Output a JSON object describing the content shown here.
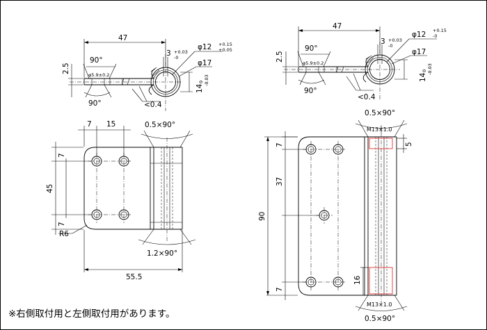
{
  "left_top": {
    "dim_width": "47",
    "dim_angle": "90°",
    "dim_hole": "φ5.9±0.2",
    "dim_gap": "3",
    "tol_gap_upper": "+0.03",
    "tol_gap_lower": "-0",
    "dim_pin": "φ12",
    "tol_pin_upper": "+0.15",
    "tol_pin_lower": "+0.05",
    "dim_knuckle": "φ17",
    "dim_thickness": "2.5",
    "dim_height": "14",
    "tol_height_upper": "0",
    "tol_height_lower": "-0.03",
    "dim_bottom_angle": "90°",
    "dim_angle_max": "<0.4"
  },
  "left_front": {
    "dim_x1": "7",
    "dim_x2": "15",
    "dim_chamfer_top": "0.5×90°",
    "dim_y1": "7",
    "dim_y_mid": "45",
    "dim_y2": "7",
    "dim_radius": "R6",
    "dim_chamfer_bottom": "1.2×90°",
    "dim_total_width": "55.5"
  },
  "right_top": {
    "dim_width": "47",
    "dim_angle": "90°",
    "dim_hole": "φ5.9±0.2",
    "dim_gap": "3",
    "tol_gap_upper": "+0.03",
    "tol_gap_lower": "-0",
    "dim_pin": "φ12",
    "tol_pin_upper": "+0.15",
    "tol_pin_lower": "-0",
    "dim_knuckle": "φ17",
    "dim_thickness": "2.5",
    "dim_height": "14",
    "tol_height_upper": "0",
    "tol_height_lower": "-0.03",
    "dim_bottom_angle": "90°",
    "dim_angle_max": "<0.4"
  },
  "right_front": {
    "dim_chamfer_top": "0.5×90°",
    "dim_thread_top": "M13×1.0",
    "dim_thread_depth_top": "5",
    "dim_y1": "7",
    "dim_y_mid": "37",
    "dim_total_height": "90",
    "dim_y_bottom": "7",
    "dim_thread_depth_bottom": "16",
    "dim_thread_bottom": "M13×1.0",
    "dim_chamfer_bottom": "0.5×90°"
  },
  "footnote": "※右側取付用と左側取付用があります。",
  "colors": {
    "line": "#000000",
    "thread_marker": "#e03030",
    "background": "#ffffff",
    "frame": "#000000"
  }
}
